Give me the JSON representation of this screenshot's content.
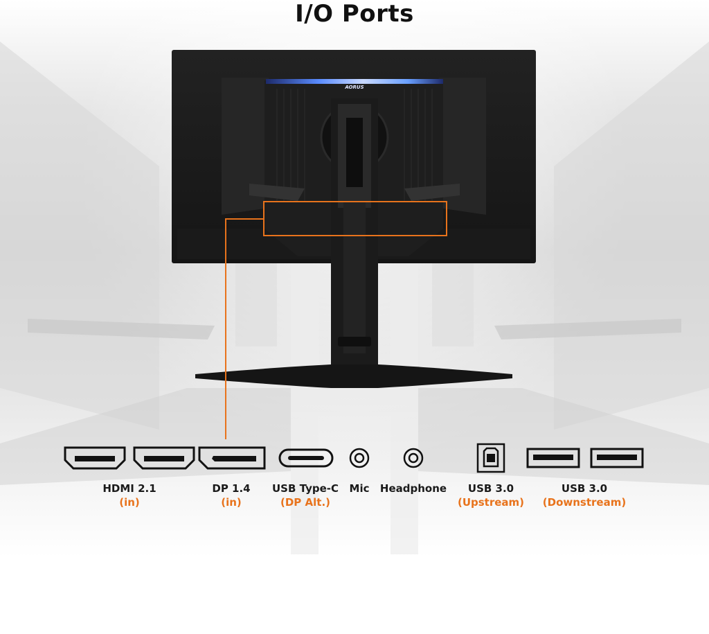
{
  "title": "I/O Ports",
  "brand_logo_text": "AORUS",
  "accent_color": "#e8731c",
  "ports": [
    {
      "name": "HDMI 2.1",
      "sub": "(in)"
    },
    {
      "name": "DP 1.4",
      "sub": "(in)"
    },
    {
      "name": "USB Type-C",
      "sub": "(DP Alt.)"
    },
    {
      "name": "Mic",
      "sub": ""
    },
    {
      "name": "Headphone",
      "sub": ""
    },
    {
      "name": "USB 3.0",
      "sub": "(Upstream)"
    },
    {
      "name": "USB 3.0",
      "sub": "(Downstream)"
    }
  ],
  "icons": {
    "hdmi": "hdmi-port-icon",
    "dp": "displayport-icon",
    "usbc": "usb-c-port-icon",
    "audio": "audio-jack-icon",
    "usb_b": "usb-b-port-icon",
    "usb_a": "usb-a-port-icon"
  }
}
